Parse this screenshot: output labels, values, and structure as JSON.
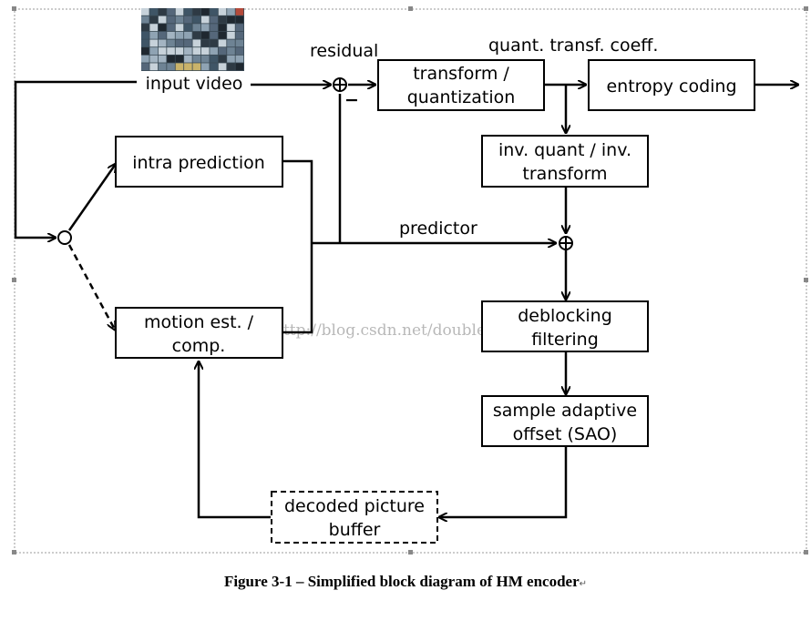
{
  "diagram": {
    "labels": {
      "input_video": "input video",
      "residual": "residual",
      "quant_coeff": "quant. transf. coeff.",
      "predictor": "predictor",
      "minus": "−"
    },
    "blocks": {
      "transform": [
        "transform /",
        "quantization"
      ],
      "entropy": [
        "entropy coding"
      ],
      "inv_transform": [
        "inv. quant / inv.",
        "transform"
      ],
      "intra": [
        "intra prediction"
      ],
      "motion": [
        "motion est. /",
        "comp."
      ],
      "deblocking": [
        "deblocking",
        "filtering"
      ],
      "sao": [
        "sample adaptive",
        "offset (SAO)"
      ],
      "dpb": [
        "decoded picture",
        "buffer"
      ]
    },
    "watermark": "http://blog.csdn.net/double_s_c"
  },
  "caption": {
    "text": "Figure 3-1 – Simplified block diagram of HM encoder",
    "return_mark": "↵"
  },
  "colors": {
    "line": "#000000",
    "frame_border": "#9a9a9a",
    "thumbnail_dark": "#3a4a55",
    "thumbnail_light": "#9fb0bd"
  }
}
